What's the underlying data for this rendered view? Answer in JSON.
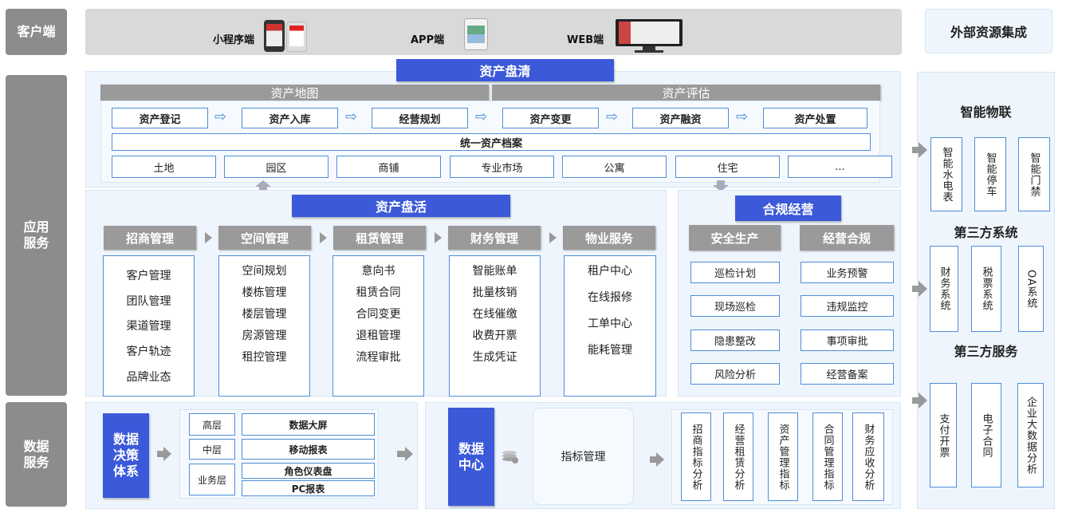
{
  "left_labels": {
    "client": "客户端",
    "app_service": "应用\n服务",
    "data_service": "数据\n服务"
  },
  "client_bar": {
    "mini_program": "小程序端",
    "app": "APP端",
    "web": "WEB端"
  },
  "external_title": "外部资源集成",
  "asset_clear": {
    "title": "资产盘清",
    "map": "资产地图",
    "eval": "资产评估",
    "flow": [
      "资产登记",
      "资产入库",
      "经营规划",
      "资产变更",
      "资产融资",
      "资产处置"
    ],
    "archive": "统一资产档案",
    "types": [
      "土地",
      "园区",
      "商铺",
      "专业市场",
      "公寓",
      "住宅",
      "..."
    ]
  },
  "asset_active": {
    "title": "资产盘活",
    "columns": [
      {
        "title": "招商管理",
        "items": [
          "客户管理",
          "团队管理",
          "渠道管理",
          "客户轨迹",
          "品牌业态"
        ]
      },
      {
        "title": "空间管理",
        "items": [
          "空间规划",
          "楼栋管理",
          "楼层管理",
          "房源管理",
          "租控管理"
        ]
      },
      {
        "title": "租赁管理",
        "items": [
          "意向书",
          "租赁合同",
          "合同变更",
          "退租管理",
          "流程审批"
        ]
      },
      {
        "title": "财务管理",
        "items": [
          "智能账单",
          "批量核销",
          "在线催缴",
          "收费开票",
          "生成凭证"
        ]
      },
      {
        "title": "物业服务",
        "items": [
          "租户中心",
          "在线报修",
          "工单中心",
          "能耗管理"
        ]
      }
    ]
  },
  "compliance": {
    "title": "合规经营",
    "safety": {
      "title": "安全生产",
      "items": [
        "巡检计划",
        "现场巡检",
        "隐患整改",
        "风险分析"
      ]
    },
    "biz": {
      "title": "经营合规",
      "items": [
        "业务预警",
        "违规监控",
        "事项审批",
        "经营备案"
      ]
    }
  },
  "data_decision": {
    "title": "数据\n决策\n体系",
    "levels": [
      "高层",
      "中层",
      "业务层"
    ],
    "outputs": [
      "数据大屏",
      "移动报表",
      "角色仪表盘",
      "PC报表"
    ]
  },
  "data_center": {
    "title": "数据\n中心",
    "metric": "指标管理",
    "analyses": [
      "招商指标分析",
      "经营租赁分析",
      "资产管理指标",
      "合同管理指标",
      "财务应收分析"
    ]
  },
  "external": {
    "iot_title": "智能物联",
    "iot": [
      "智能水电表",
      "智能停车",
      "智能门禁"
    ],
    "third_sys_title": "第三方系统",
    "third_sys": [
      "财务系统",
      "税票系统",
      "OA系统"
    ],
    "third_svc_title": "第三方服务",
    "third_svc": [
      "支付开票",
      "电子合同",
      "企业大数据分析"
    ]
  }
}
